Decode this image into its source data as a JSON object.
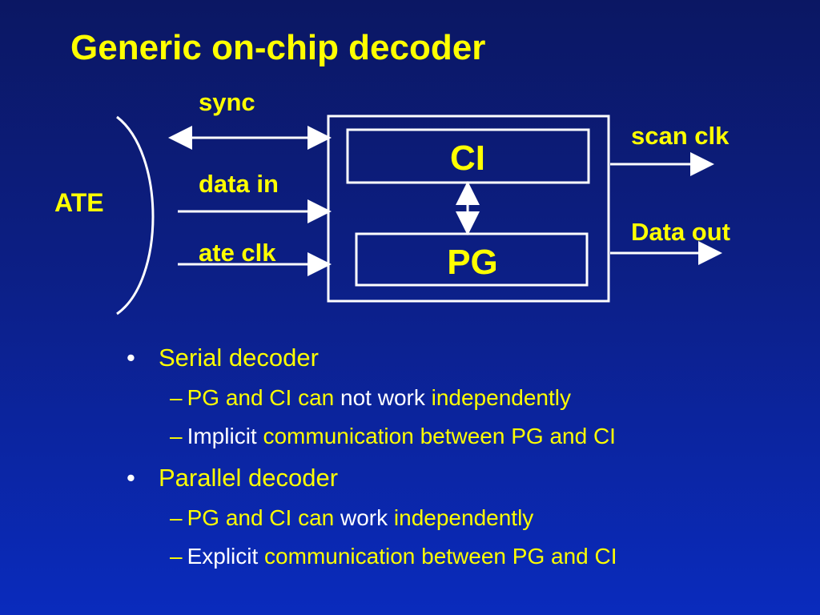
{
  "colors": {
    "accent": "#ffff00",
    "text": "#ffffff",
    "diagram": "#ffffff"
  },
  "slide": {
    "title": "Generic on-chip decoder"
  },
  "diagram": {
    "labels": {
      "ate": "ATE",
      "sync": "sync",
      "data_in": "data in",
      "ate_clk": "ate clk",
      "scan_clk": "scan clk",
      "data_out": "Data out"
    },
    "blocks": {
      "ci": "CI",
      "pg": "PG"
    }
  },
  "bullets": [
    {
      "text": "Serial decoder",
      "children": [
        {
          "parts": [
            {
              "text": "PG and CI can ",
              "tone": "accent"
            },
            {
              "text": "not work",
              "tone": "white"
            },
            {
              "text": " independently",
              "tone": "accent"
            }
          ]
        },
        {
          "parts": [
            {
              "text": "Implicit ",
              "tone": "white"
            },
            {
              "text": "communication between PG and CI",
              "tone": "accent"
            }
          ]
        }
      ]
    },
    {
      "text": "Parallel decoder",
      "children": [
        {
          "parts": [
            {
              "text": "PG and CI can ",
              "tone": "accent"
            },
            {
              "text": "work",
              "tone": "white"
            },
            {
              "text": " independently",
              "tone": "accent"
            }
          ]
        },
        {
          "parts": [
            {
              "text": "Explicit ",
              "tone": "white"
            },
            {
              "text": "communication between PG and CI",
              "tone": "accent"
            }
          ]
        }
      ]
    }
  ]
}
